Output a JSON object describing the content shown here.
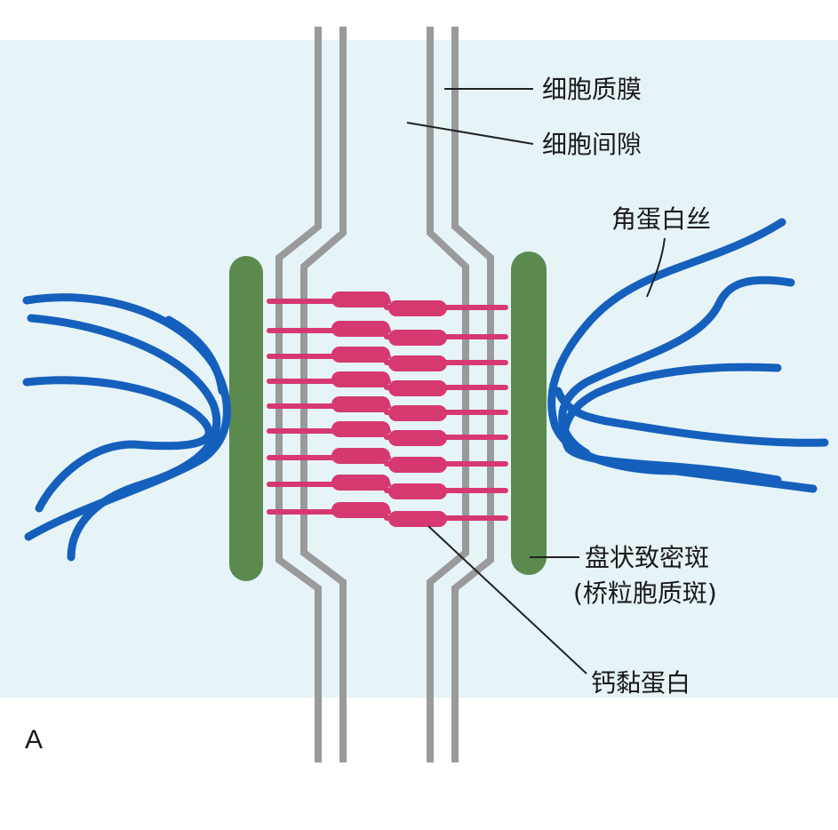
{
  "panel_letter": "A",
  "labels": {
    "membrane": "细胞质膜",
    "intercellular_space": "细胞间隙",
    "keratin": "角蛋白丝",
    "plaque_line1": "盘状致密斑",
    "plaque_line2": "(桥粒胞质斑)",
    "cadherin": "钙黏蛋白"
  },
  "colors": {
    "background_tint": "#e6f4f8",
    "membrane": "#9a9a9a",
    "plaque": "#5a8a4e",
    "keratin": "#1560bd",
    "cadherin": "#d6396f",
    "leader": "#222222",
    "text": "#1a1a1a"
  }
}
